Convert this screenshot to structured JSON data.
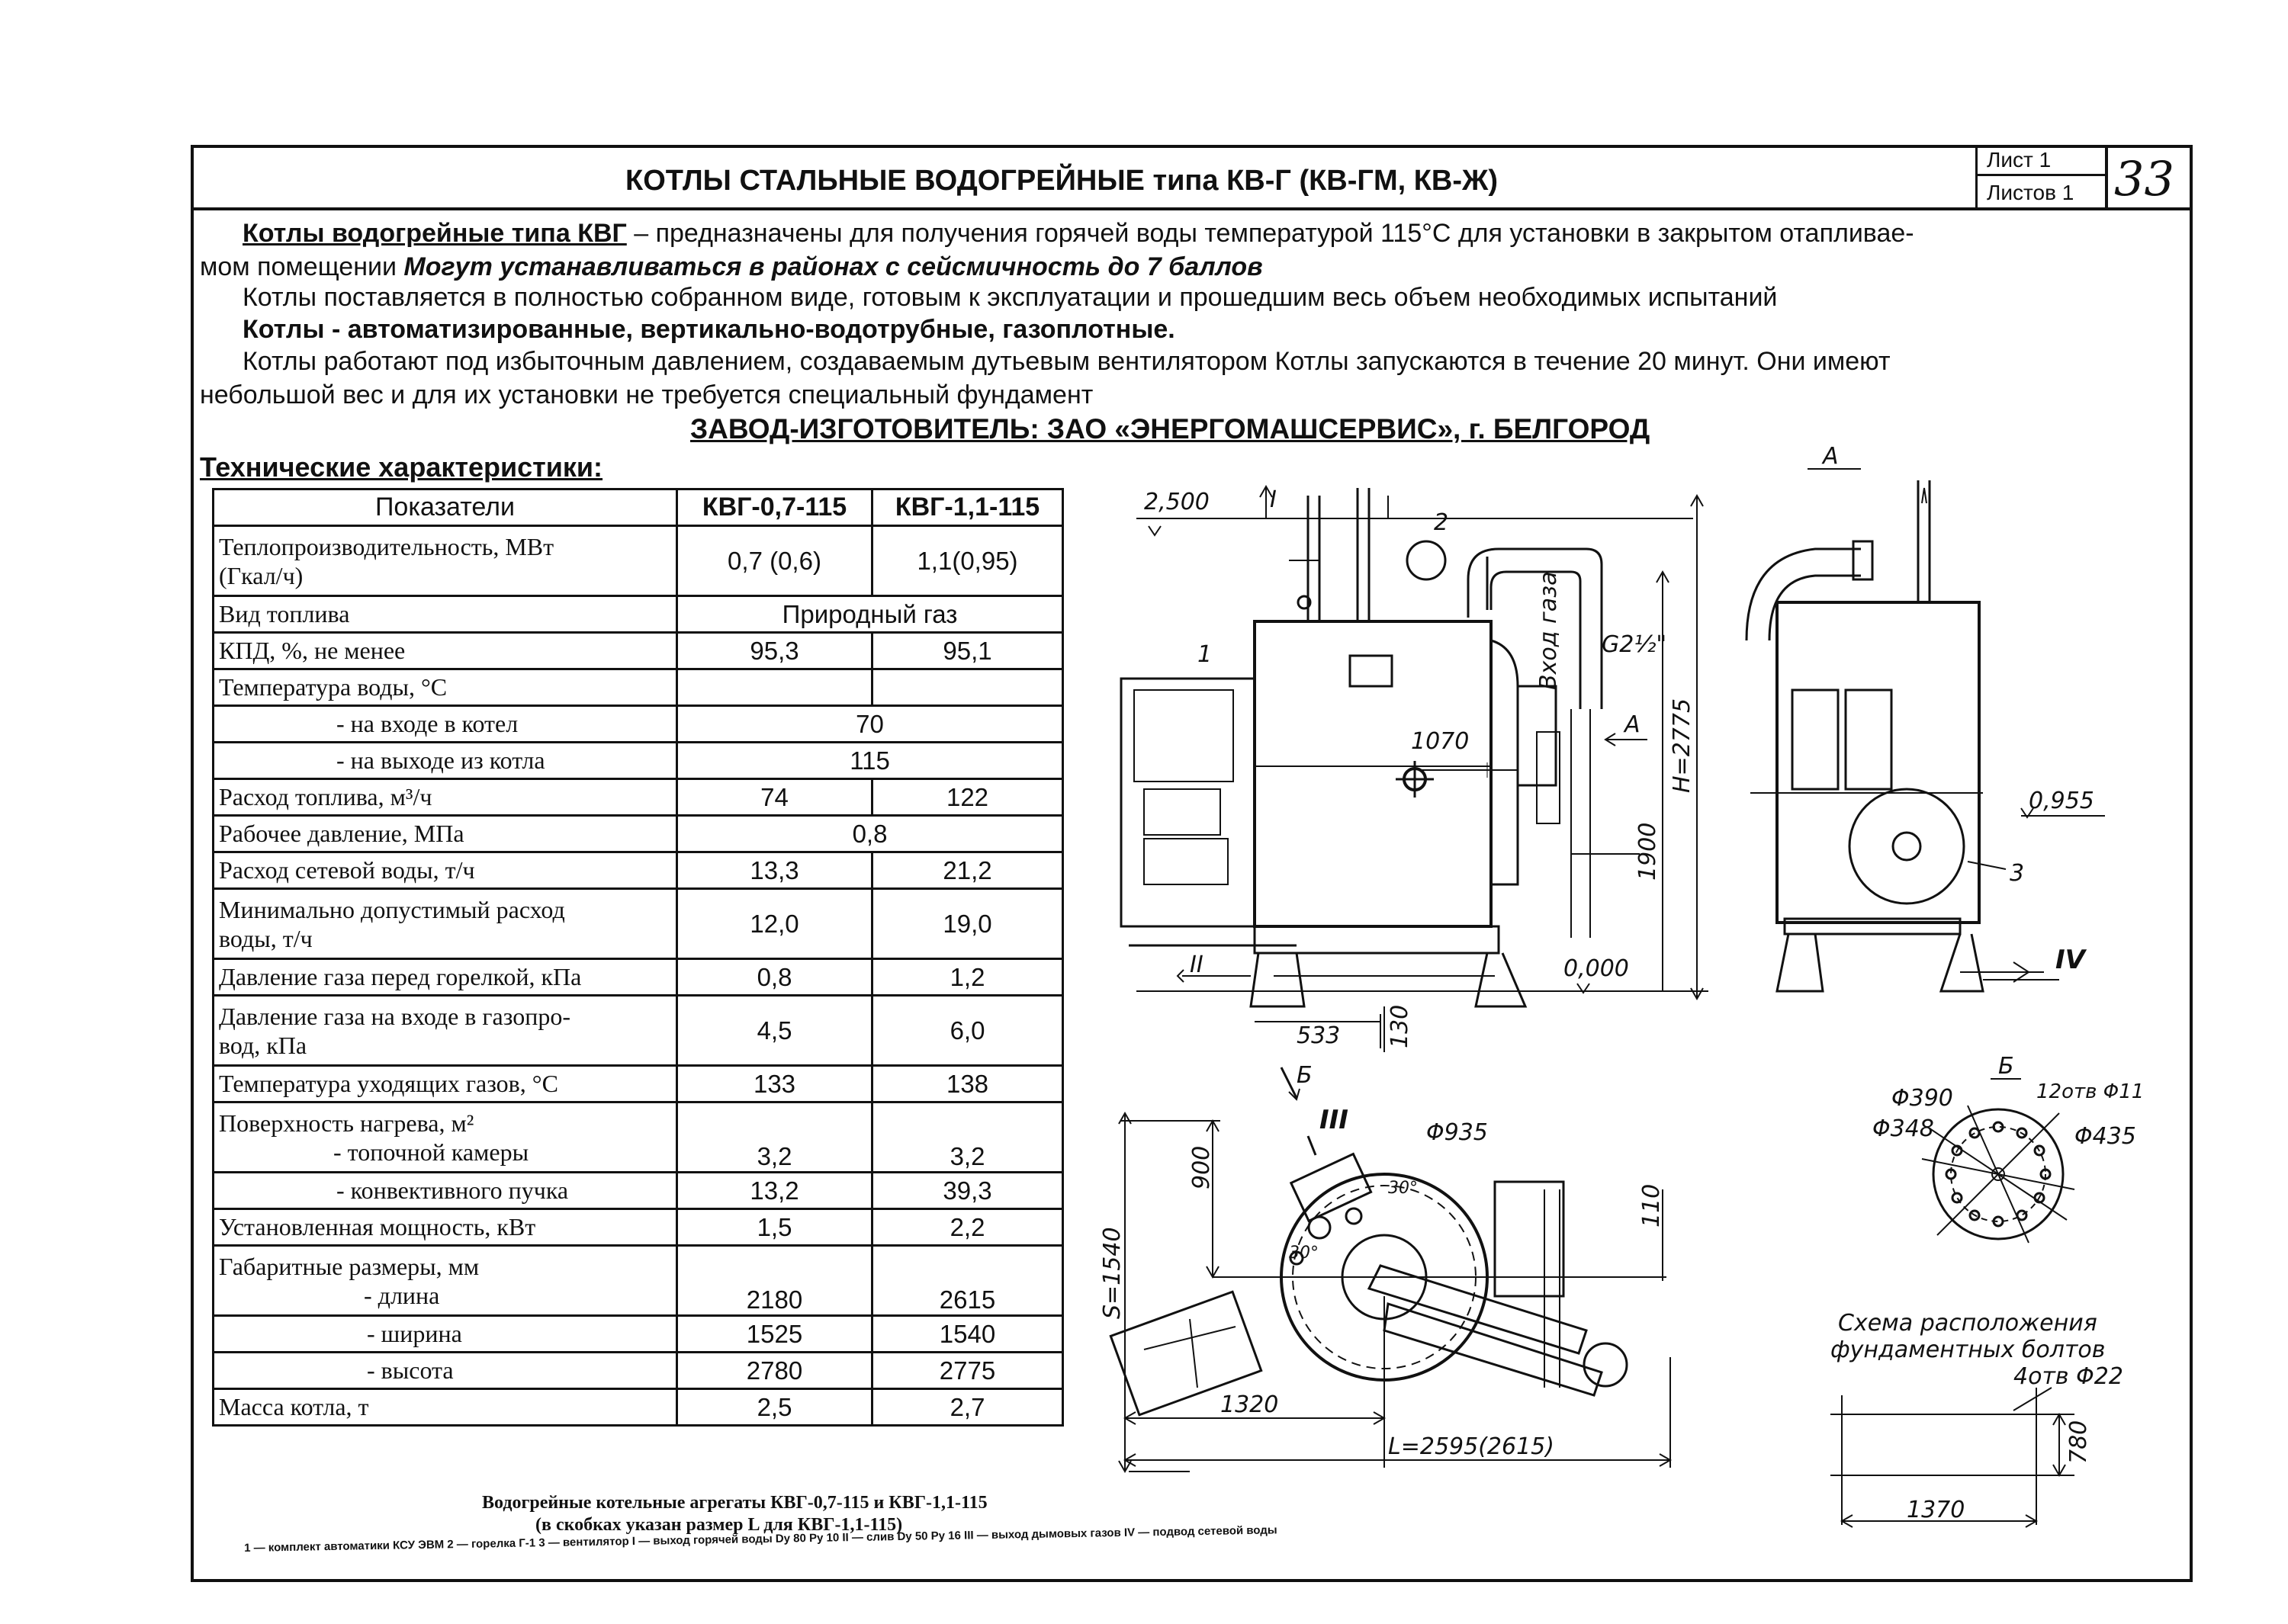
{
  "header": {
    "title": "КОТЛЫ СТАЛЬНЫЕ ВОДОГРЕЙНЫЕ типа КВ-Г (КВ-ГМ, КВ-Ж)",
    "sheet": "Лист 1",
    "sheets": "Листов 1",
    "page_number": "33"
  },
  "intro": {
    "p1_lead": "Котлы водогрейные типа КВГ",
    "p1_rest": " – предназначены для получения горячей воды температурой 115°С для установки в закрытом отапливае-",
    "p1b_start": "мом помещении ",
    "p1b_seismic": "Могут устанавливаться в районах с сейсмичность до 7 баллов",
    "p2": "Котлы поставляется в полностью собранном виде, готовым к эксплуатации и прошедшим весь объем необходимых испытаний",
    "p3": "Котлы - автоматизированные, вертикально-водотрубные, газоплотные.",
    "p4": "Котлы работают под избыточным давлением, создаваемым дутьевым вентилятором  Котлы запускаются в течение 20 минут. Они имеют",
    "p4b": "небольшой вес и для их установки не требуется специальный фундамент"
  },
  "plant": "ЗАВОД-ИЗГОТОВИТЕЛЬ: ЗАО «ЭНЕРГОМАШСЕРВИС», г. БЕЛГОРОД",
  "tech_heading": "Технические характеристики:",
  "spec_table": {
    "headers": [
      "Показатели",
      "КВГ-0,7-115",
      "КВГ-1,1-115"
    ],
    "rows": [
      {
        "label": "Теплопроизводительность, МВт",
        "label2": "(Гкал/ч)",
        "v1": "0,7 (0,6)",
        "v2": "1,1(0,95)"
      },
      {
        "label": "Вид топлива",
        "span": "Природный газ"
      },
      {
        "label": "КПД, %, не менее",
        "v1": "95,3",
        "v2": "95,1"
      },
      {
        "label": "Температура воды, °С",
        "v1": "",
        "v2": ""
      },
      {
        "label": "- на входе в котел",
        "span": "70"
      },
      {
        "label": "- на выходе из котла",
        "span": "115"
      },
      {
        "label": "Расход топлива, м³/ч",
        "v1": "74",
        "v2": "122"
      },
      {
        "label": "Рабочее давление, МПа",
        "span": "0,8"
      },
      {
        "label": "Расход сетевой воды, т/ч",
        "v1": "13,3",
        "v2": "21,2"
      },
      {
        "label": "Минимально допустимый расход",
        "label2": "воды, т/ч",
        "v1": "12,0",
        "v2": "19,0"
      },
      {
        "label": "Давление газа перед горелкой, кПа",
        "v1": "0,8",
        "v2": "1,2"
      },
      {
        "label": "Давление газа на входе в газопро-",
        "label2": "вод, кПа",
        "v1": "4,5",
        "v2": "6,0"
      },
      {
        "label": "Температура уходящих газов, °С",
        "v1": "133",
        "v2": "138"
      },
      {
        "label": "Поверхность нагрева, м²",
        "label2": "- топочной камеры",
        "v1": "3,2",
        "v2": "3,2"
      },
      {
        "label": "- конвективного пучка",
        "v1": "13,2",
        "v2": "39,3"
      },
      {
        "label": "Установленная мощность, кВт",
        "v1": "1,5",
        "v2": "2,2"
      },
      {
        "label": "Габаритные размеры, мм",
        "label2": "- длина",
        "v1": "2180",
        "v2": "2615"
      },
      {
        "label": "- ширина",
        "v1": "1525",
        "v2": "1540"
      },
      {
        "label": "- высота",
        "v1": "2780",
        "v2": "2775"
      },
      {
        "label": "Масса котла, т",
        "v1": "2,5",
        "v2": "2,7"
      }
    ]
  },
  "drawing": {
    "front": {
      "lvl_top": "2,500",
      "mark_I": "I",
      "mark_2": "2",
      "mark_1": "1",
      "gas_in": "Вход газа",
      "pipe": "G2½\"",
      "dim_1070": "1070",
      "mark_A": "A",
      "dim_H": "H=2775",
      "dim_1900": "1900",
      "lvl_zero": "0,000",
      "mark_II": "II",
      "dim_533": "533",
      "dim_130": "130"
    },
    "side": {
      "view_A": "A",
      "lvl": "0,955",
      "mark_3": "3",
      "mark_IV": "IV"
    },
    "plan": {
      "mark_B": "Б",
      "mark_III": "III",
      "dia": "Φ935",
      "dim_900": "900",
      "dim_S": "S=1540",
      "dim_110": "110",
      "ang1": "30°",
      "ang2": "30°",
      "dim_1320": "1320",
      "dim_L": "L=2595(2615)"
    },
    "flange": {
      "title": "Б",
      "d390": "Φ390",
      "holes": "12отв Φ11",
      "d348": "Φ348",
      "d435": "Φ435"
    },
    "bolts": {
      "title1": "Схема расположения",
      "title2": "фундаментных болтов",
      "holes": "4отв Φ22",
      "dim_780": "780",
      "dim_1370": "1370"
    }
  },
  "caption": {
    "line1": "Водогрейные котельные агрегаты КВГ-0,7-115 и КВГ-1,1-115",
    "line2": "(в скобках указан размер L для КВГ-1,1-115)",
    "legend": "1 — комплект автоматики КСУ ЭВМ  2 — горелка Г-1  3 — вентилятор  I — выход горячей воды Dy 80 Py 10  II — слив Dy 50 Py 16  III — выход дымовых газов  IV — подвод сетевой воды"
  }
}
